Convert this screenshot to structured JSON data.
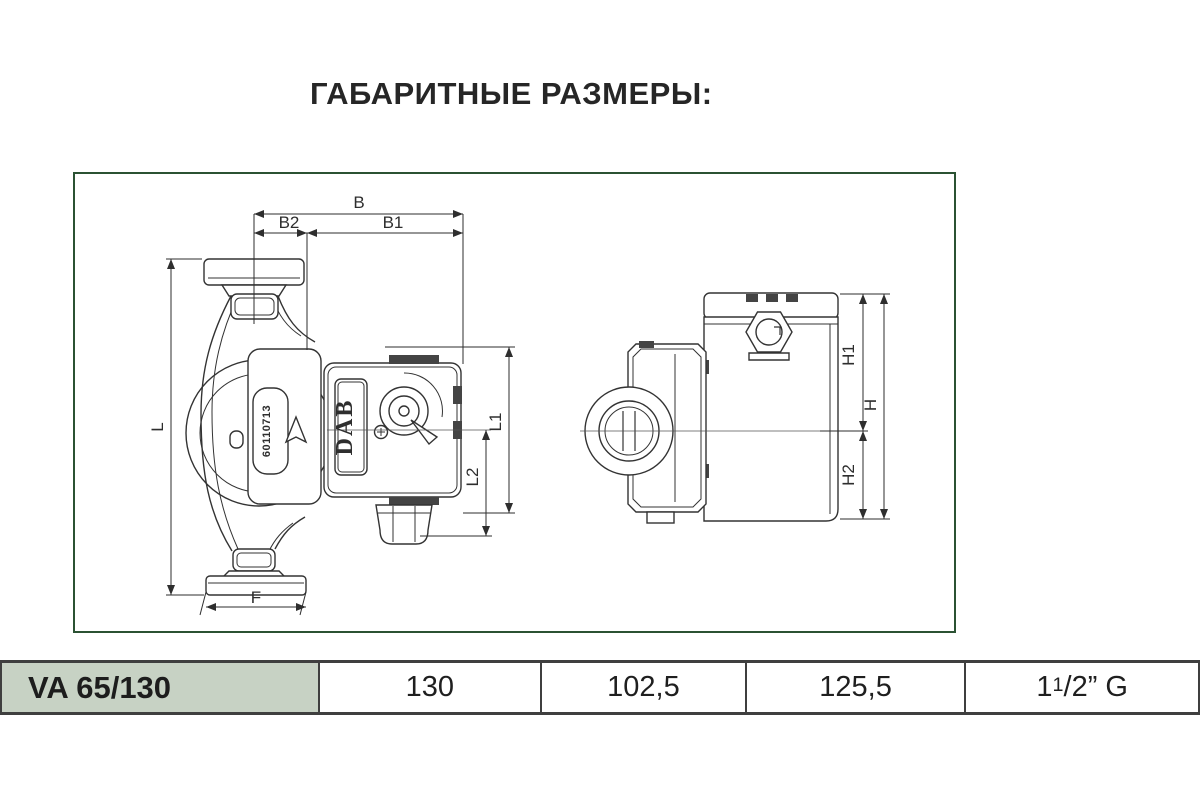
{
  "title": "ГАБАРИТНЫЕ РАЗМЕРЫ:",
  "drawing": {
    "brand": "DAB",
    "serial": "60110713",
    "labels": {
      "b": "B",
      "b1": "B1",
      "b2": "B2",
      "l": "L",
      "l1": "L1",
      "l2": "L2",
      "f": "F",
      "h": "H",
      "h1": "H1",
      "h2": "H2"
    }
  },
  "table": {
    "model": "VA 65/130",
    "values": [
      "130",
      "102,5",
      "125,5"
    ],
    "conn": {
      "prefix": "1 ",
      "sup": "1",
      "rest": "/2” G"
    }
  },
  "colors": {
    "frame_green": "#2b5233",
    "model_cell_bg": "#c7d2c4",
    "line": "#333333",
    "table_border": "#3f3f3f"
  }
}
